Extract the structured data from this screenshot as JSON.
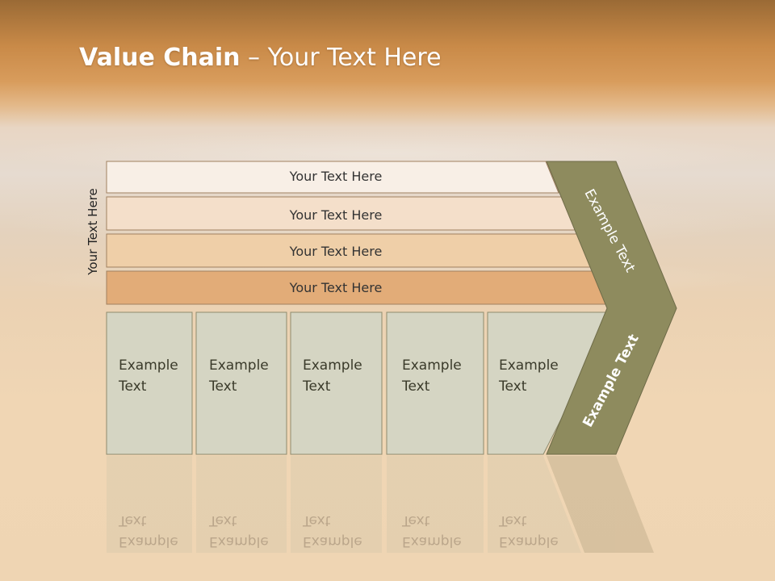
{
  "slide": {
    "title_bold": "Value Chain",
    "title_rest": " – Your Text Here",
    "side_label": "Your Text Here"
  },
  "rows": [
    {
      "label": "Your Text Here",
      "color": "#f8efe6"
    },
    {
      "label": "Your Text Here",
      "color": "#f4dfca"
    },
    {
      "label": "Your Text Here",
      "color": "#efcfa8"
    },
    {
      "label": "Your Text Here",
      "color": "#e2ac78"
    }
  ],
  "columns": [
    {
      "line1": "Example",
      "line2": "Text"
    },
    {
      "line1": "Example",
      "line2": "Text"
    },
    {
      "line1": "Example",
      "line2": "Text"
    },
    {
      "line1": "Example",
      "line2": "Text"
    },
    {
      "line1": "Example",
      "line2": "Text"
    }
  ],
  "arrow": {
    "upper_label": "Example Text",
    "lower_label": "Example Text",
    "color": "#8e8b5e"
  },
  "colors": {
    "column_fill": "#d5d5c3",
    "column_stroke": "#8e8b6e",
    "row_stroke": "#a08060"
  }
}
